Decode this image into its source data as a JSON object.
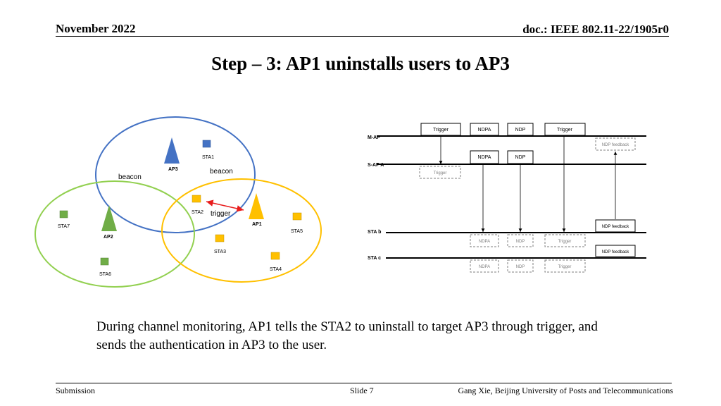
{
  "header": {
    "date": "November 2022",
    "doc": "doc.: IEEE 802.11-22/1905r0"
  },
  "title": "Step – 3: AP1 uninstalls users to AP3",
  "topology": {
    "ap3": "AP3",
    "ap2": "AP2",
    "ap1": "AP1",
    "sta1": "STA1",
    "sta2": "STA2",
    "sta3": "STA3",
    "sta4": "STA4",
    "sta5": "STA5",
    "sta6": "STA6",
    "sta7": "STA7",
    "beacon_left": "beacon",
    "beacon_right": "beacon",
    "trigger": "trigger",
    "colors": {
      "blue": "#4472c4",
      "green": "#70ad47",
      "yellow": "#ffc000",
      "red": "#e81c1c"
    }
  },
  "timing": {
    "rows": {
      "map": "M-AP",
      "sapa": "S-AP A",
      "stab": "STA b",
      "stac": "STA c"
    },
    "map_boxes": {
      "trigger": "Trigger",
      "ndpa": "NDPA",
      "ndp": "NDP",
      "trigger2": "Trigger"
    },
    "map_feedback": "NDP feedback",
    "sapa_boxes": {
      "ndpa": "NDPA",
      "ndp": "NDP"
    },
    "sapa_trigger": "Trigger",
    "stab_feedback": "NDP feedback",
    "stab_rx": {
      "ndpa": "NDPA",
      "ndp": "NDP",
      "trigger": "Trigger"
    },
    "stac_feedback": "NDP feedback",
    "stac_rx": {
      "ndpa": "NDPA",
      "ndp": "NDP",
      "trigger": "Trigger"
    }
  },
  "body": "During channel monitoring, AP1 tells the STA2 to uninstall to target AP3 through trigger, and sends the authentication in AP3 to the user.",
  "footer": {
    "left": "Submission",
    "slide": "Slide 7",
    "author": "Gang Xie, Beijing University of Posts and Telecommunications"
  }
}
